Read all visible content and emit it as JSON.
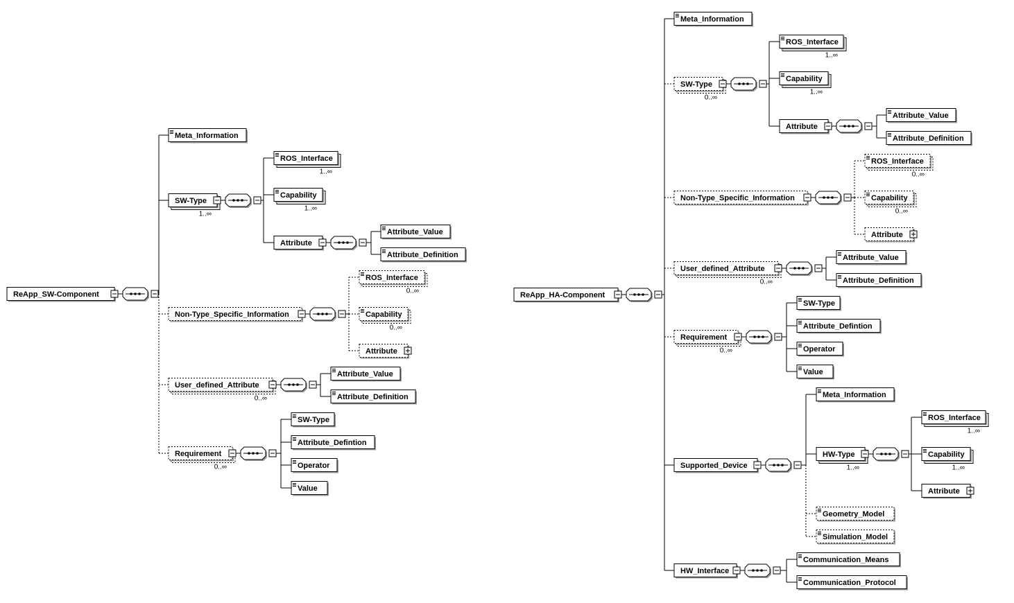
{
  "diagrams": [
    {
      "root": "ReApp_SW-Component",
      "children": [
        {
          "label": "Meta_Information"
        },
        {
          "label": "SW-Type",
          "cardinality": "1..∞",
          "children": [
            {
              "label": "ROS_Interface",
              "cardinality": "1..∞"
            },
            {
              "label": "Capability",
              "cardinality": "1..∞"
            },
            {
              "label": "Attribute",
              "children": [
                {
                  "label": "Attribute_Value"
                },
                {
                  "label": "Attribute_Definition"
                }
              ]
            }
          ]
        },
        {
          "label": "Non-Type_Specific_Information",
          "optional": true,
          "children": [
            {
              "label": "ROS_Interface",
              "optional": true,
              "cardinality": "0..∞"
            },
            {
              "label": "Capability",
              "optional": true,
              "cardinality": "0..∞"
            },
            {
              "label": "Attribute",
              "optional": true,
              "collapsed": true
            }
          ]
        },
        {
          "label": "User_defined_Attribute",
          "optional": true,
          "cardinality": "0..∞",
          "children": [
            {
              "label": "Attribute_Value"
            },
            {
              "label": "Attribute_Definition"
            }
          ]
        },
        {
          "label": "Requirement",
          "optional": true,
          "cardinality": "0..∞",
          "children": [
            {
              "label": "SW-Type"
            },
            {
              "label": "Attribute_Defintion"
            },
            {
              "label": "Operator"
            },
            {
              "label": "Value"
            }
          ]
        }
      ]
    },
    {
      "root": "ReApp_HA-Component",
      "children": [
        {
          "label": "Meta_Information"
        },
        {
          "label": "SW-Type",
          "optional": true,
          "cardinality": "0..∞",
          "children": [
            {
              "label": "ROS_Interface",
              "cardinality": "1..∞"
            },
            {
              "label": "Capability",
              "cardinality": "1..∞"
            },
            {
              "label": "Attribute",
              "children": [
                {
                  "label": "Attribute_Value"
                },
                {
                  "label": "Attribute_Definition"
                }
              ]
            }
          ]
        },
        {
          "label": "Non-Type_Specific_Information",
          "optional": true,
          "children": [
            {
              "label": "ROS_Interface",
              "optional": true,
              "cardinality": "0..∞"
            },
            {
              "label": "Capability",
              "optional": true,
              "cardinality": "0..∞"
            },
            {
              "label": "Attribute",
              "optional": true,
              "collapsed": true
            }
          ]
        },
        {
          "label": "User_defined_Attribute",
          "optional": true,
          "cardinality": "0..∞",
          "children": [
            {
              "label": "Attribute_Value"
            },
            {
              "label": "Attribute_Definition"
            }
          ]
        },
        {
          "label": "Requirement",
          "optional": true,
          "cardinality": "0..∞",
          "children": [
            {
              "label": "SW-Type"
            },
            {
              "label": "Attribute_Defintion"
            },
            {
              "label": "Operator"
            },
            {
              "label": "Value"
            }
          ]
        },
        {
          "label": "Supported_Device",
          "children": [
            {
              "label": "Meta_Information"
            },
            {
              "label": "HW-Type",
              "cardinality": "1..∞",
              "children": [
                {
                  "label": "ROS_Interface",
                  "cardinality": "1..∞"
                },
                {
                  "label": "Capability",
                  "cardinality": "1..∞"
                },
                {
                  "label": "Attribute",
                  "collapsed": true
                }
              ]
            },
            {
              "label": "Geometry_Model",
              "optional": true
            },
            {
              "label": "Simulation_Model",
              "optional": true
            }
          ]
        },
        {
          "label": "HW_Interface",
          "children": [
            {
              "label": "Communication_Means"
            },
            {
              "label": "Communication_Protocol"
            }
          ]
        }
      ]
    }
  ]
}
